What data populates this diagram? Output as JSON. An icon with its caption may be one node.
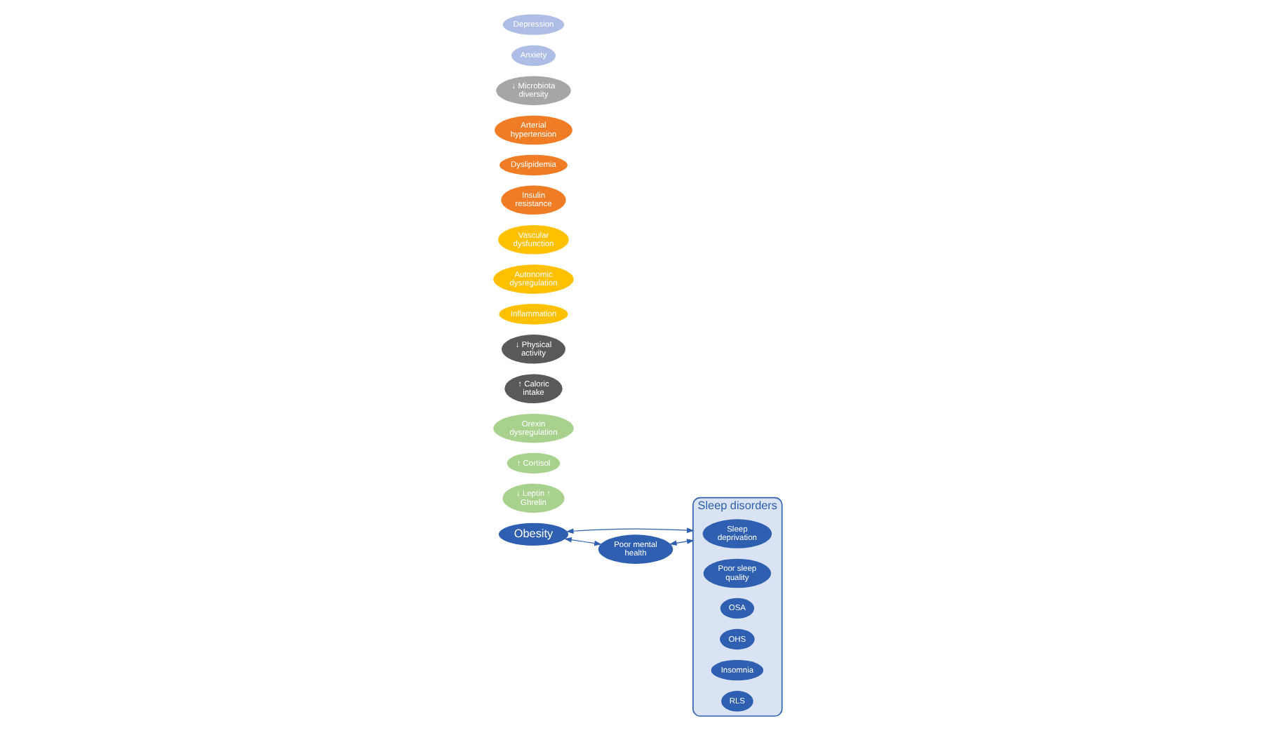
{
  "diagram": {
    "nodes": [
      {
        "text": [
          "Obesity"
        ]
      },
      {
        "text": [
          "Sleep disorders"
        ]
      },
      {
        "text": [
          "Sleep deprivation"
        ],
        "in": 1
      },
      {
        "text": [
          "Poor sleep quality"
        ],
        "in": 1
      },
      {
        "text": [
          "OSA"
        ],
        "in": 1
      },
      {
        "text": [
          "OHS"
        ],
        "in": 1
      },
      {
        "text": [
          "Insomnia"
        ],
        "in": 1
      },
      {
        "text": [
          "RLS"
        ],
        "in": 1
      },
      {
        "text": [
          "↓ Leptin ↑ Ghrelin"
        ]
      },
      {
        "text": [
          "↑ Cortisol"
        ]
      },
      {
        "text": [
          "Orexin dysregulation"
        ]
      },
      {
        "text": [
          "↑ Caloric intake"
        ]
      },
      {
        "text": [
          "↓ Physical activity"
        ]
      },
      {
        "text": [
          "Inflammation"
        ]
      },
      {
        "text": [
          "Autonomic dysregulation"
        ]
      },
      {
        "text": [
          "Vascular dysfunction"
        ]
      },
      {
        "text": [
          "Insulin resistance"
        ]
      },
      {
        "text": [
          "Dyslipidemia"
        ]
      },
      {
        "text": [
          "Arterial hypertension"
        ]
      },
      {
        "text": [
          "↓ Microbiota diversity"
        ]
      },
      {
        "text": [
          "Poor mental health"
        ]
      },
      {
        "text": [
          "Anxiety"
        ]
      },
      {
        "text": [
          "Depression"
        ]
      }
    ],
    "edges": [
      {
        "from": 0,
        "to": 1,
        "arrow": "both"
      },
      {
        "from": 0,
        "to": 20,
        "arrow": "both"
      },
      {
        "from": 20,
        "to": 1,
        "arrow": "both"
      }
    ]
  }
}
